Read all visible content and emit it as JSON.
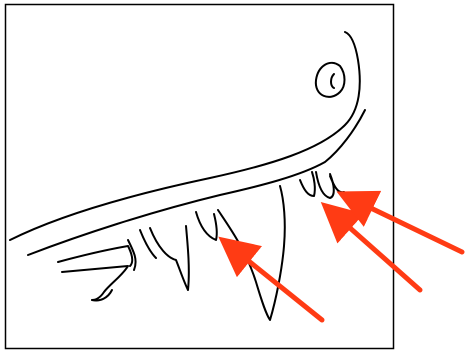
{
  "figure": {
    "subject": "jaw-with-teeth-line-drawing",
    "frame_color": "#000000",
    "line_color": "#000000",
    "arrow_color": "#ff3b14"
  },
  "arrows": [
    {
      "points_to": "small-tooth-between-canines"
    },
    {
      "points_to": "rear-premolar-left"
    },
    {
      "points_to": "rear-premolar-right"
    }
  ]
}
